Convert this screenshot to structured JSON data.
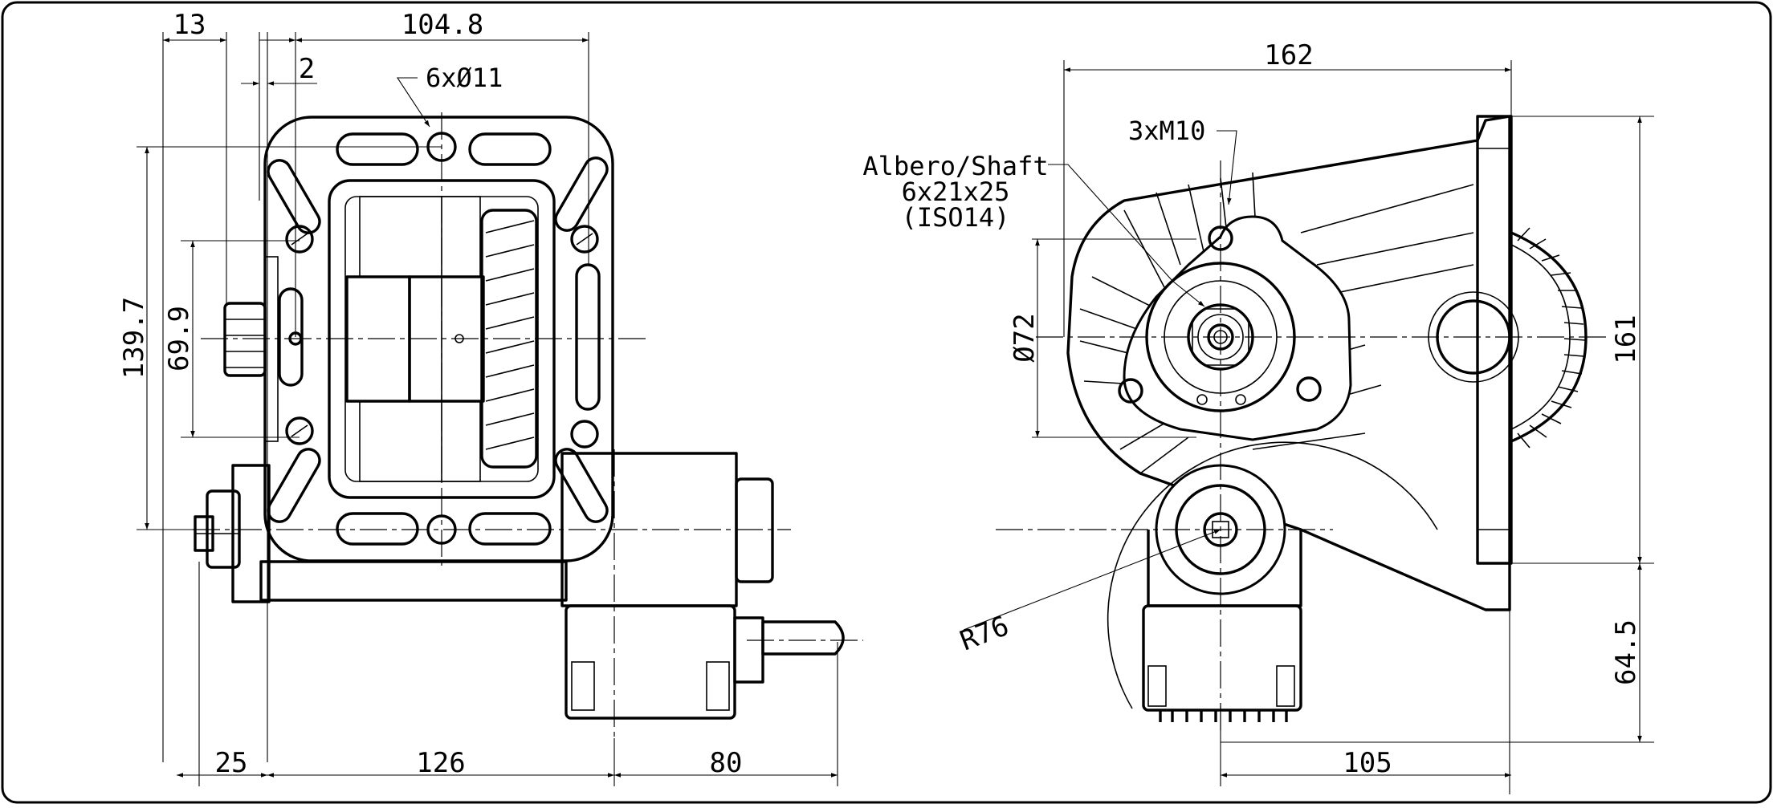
{
  "drawing": {
    "left_view": {
      "dims": {
        "top_left": "13",
        "top_width": "104.8",
        "small_gap": "2",
        "height_outer": "139.7",
        "height_inner": "69.9",
        "bottom_left": "25",
        "bottom_middle": "126",
        "bottom_right": "80"
      },
      "notes": {
        "holes": "6xØ11"
      }
    },
    "right_view": {
      "dims": {
        "top_width": "162",
        "diameter": "Ø72",
        "height_right": "161",
        "height_bottom": "64.5",
        "bottom_width": "105",
        "radius": "R76"
      },
      "notes": {
        "thread": "3xM10",
        "shaft_line1": "Albero/Shaft",
        "shaft_line2": "6x21x25",
        "shaft_line3": "(ISO14)"
      }
    }
  }
}
